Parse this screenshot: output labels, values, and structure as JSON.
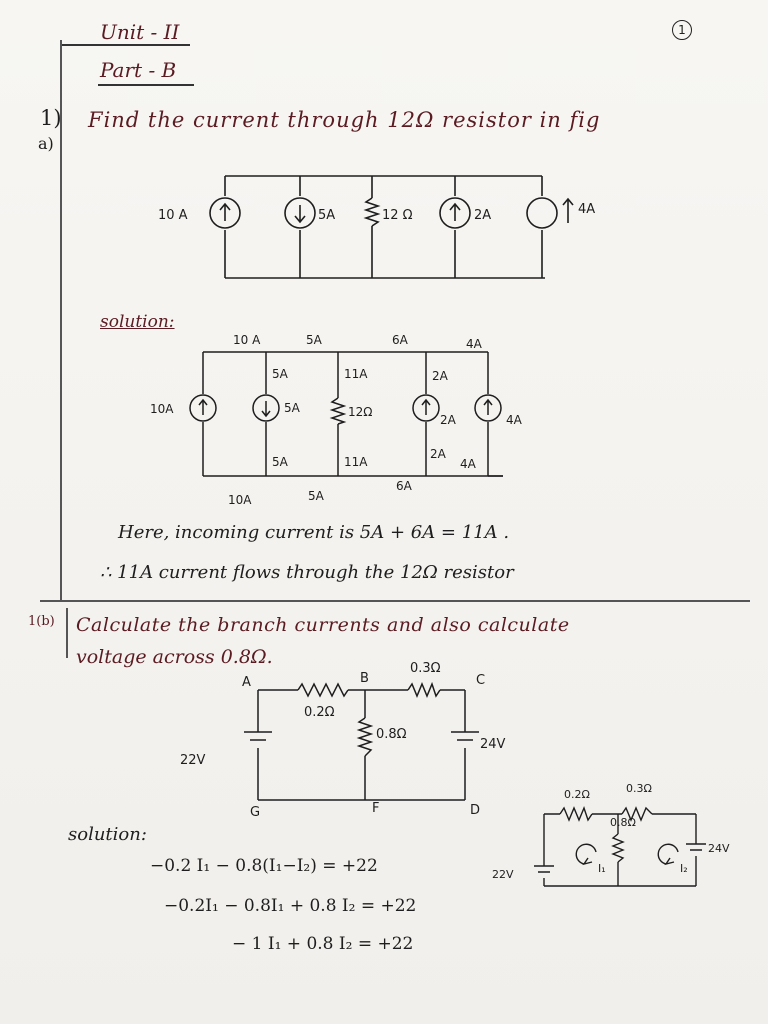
{
  "page_number": "1",
  "header": {
    "unit": "Unit - II",
    "part": "Part - B"
  },
  "q1a": {
    "number": "1)",
    "sub": "a)",
    "question": "Find the current through 12Ω resistor in fig",
    "figure": {
      "src1": "10 A",
      "src2": "5A",
      "resistor": "12 Ω",
      "src3": "2A",
      "src4": "4A"
    },
    "solution_label": "solution:",
    "solution_figure": {
      "top_10A": "10 A",
      "top_5A": "5A",
      "top_6A": "6A",
      "top_4A": "4A",
      "b5A": "5A",
      "b11A": "11A",
      "b2A": "2A",
      "left_src": "10A",
      "src5": "5A",
      "res": "12Ω",
      "src2": "2A",
      "src4": "4A",
      "l5A": "5A",
      "l11A": "11A",
      "l2A": "2A",
      "l4A": "4A",
      "bot_10A": "10A",
      "bot_5A": "5A",
      "bot_6A": "6A"
    },
    "line1": "Here, incoming current is 5A + 6A = 11A .",
    "line2": "∴ 11A current flows through the 12Ω resistor"
  },
  "q1b": {
    "number": "1(b)",
    "question_line1": "Calculate the branch currents and also calculate",
    "question_line2": "voltage across 0.8Ω.",
    "figure": {
      "A": "A",
      "B": "B",
      "C": "C",
      "G": "G",
      "F": "F",
      "D": "D",
      "r1": "0.2Ω",
      "r2": "0.3Ω",
      "r3": "0.8Ω",
      "v1": "22V",
      "v2": "24V"
    },
    "solution_label": "solution:",
    "eq1": "−0.2 I₁ − 0.8(I₁−I₂) = +22",
    "eq2": "−0.2I₁ − 0.8I₁ + 0.8 I₂ = +22",
    "eq3": "− 1 I₁ + 0.8 I₂ = +22",
    "mini": {
      "r1": "0.2Ω",
      "r2": "0.3Ω",
      "r3": "0.8Ω",
      "v1": "22V",
      "v2": "24V",
      "i1": "I₁",
      "i2": "I₂"
    }
  }
}
